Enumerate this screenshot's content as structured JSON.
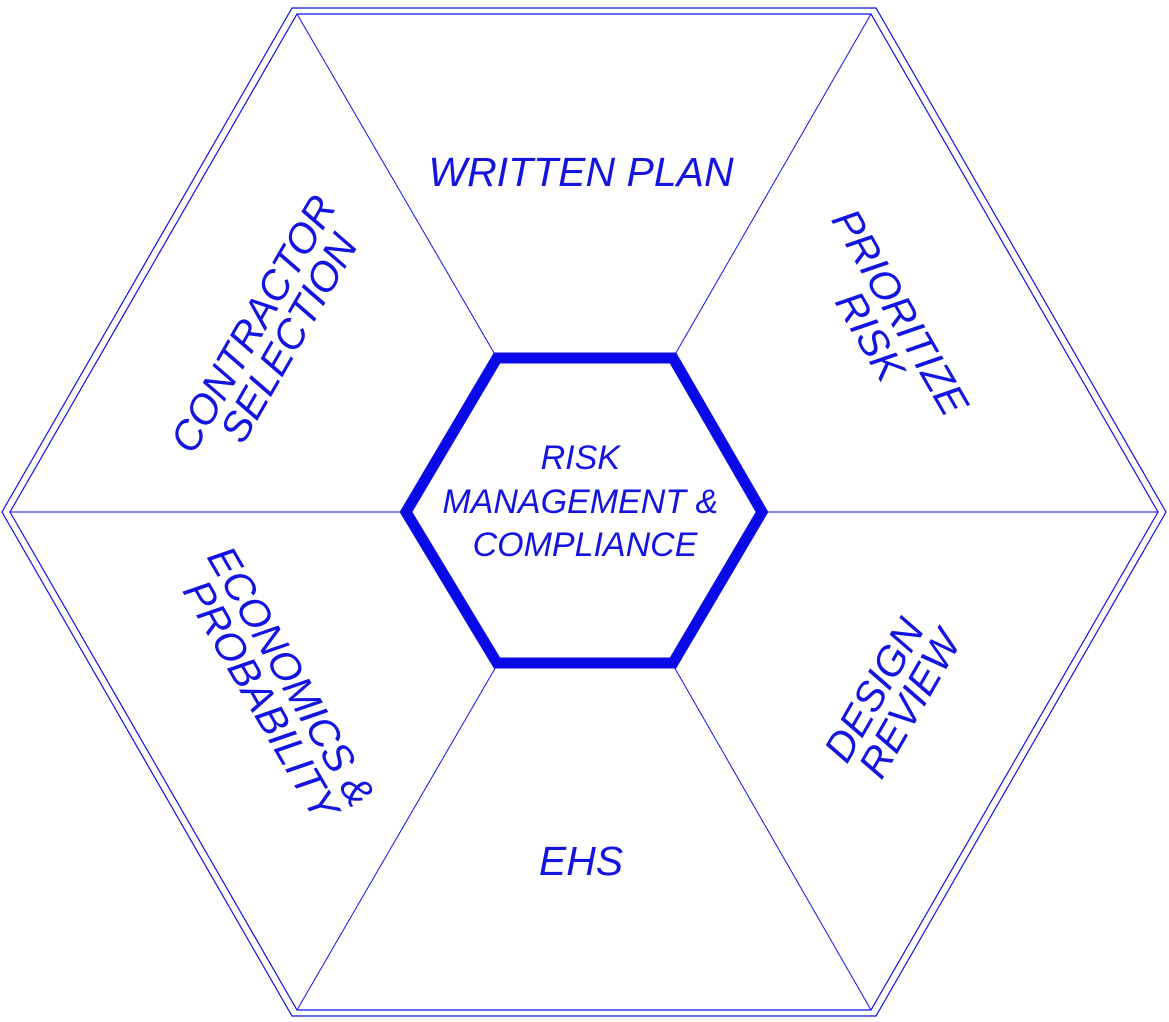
{
  "center": {
    "lines": [
      "RISK",
      "MANAGEMENT &",
      "COMPLIANCE"
    ]
  },
  "segments": {
    "top": {
      "lines": [
        "WRITTEN PLAN"
      ]
    },
    "upper_right": {
      "lines": [
        "PRIORITIZE",
        "RISK"
      ]
    },
    "lower_right": {
      "lines": [
        "DESIGN",
        "REVIEW"
      ]
    },
    "bottom": {
      "lines": [
        "EHS"
      ]
    },
    "lower_left": {
      "lines": [
        "ECONOMICS &",
        "PROBABILITY"
      ]
    },
    "upper_left": {
      "lines": [
        "CONTRACTOR",
        "SELECTION"
      ]
    }
  },
  "colors": {
    "stroke": "#1212e6",
    "text": "#1414e0",
    "center_border": "#0a0ae8",
    "background": "#ffffff"
  }
}
